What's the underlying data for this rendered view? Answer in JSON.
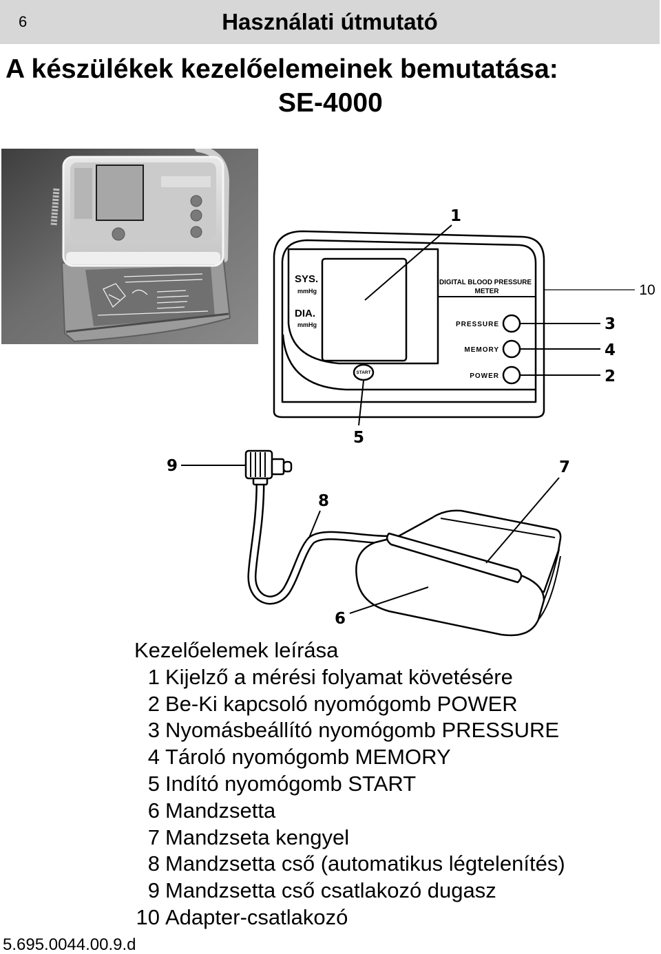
{
  "header": {
    "page_number": "6",
    "title": "Használati útmutató"
  },
  "heading": {
    "title": "A készülékek kezelőelemeinek bemutatása:",
    "model": "SE-4000"
  },
  "diagram": {
    "device": {
      "sys_label": "SYS.",
      "sys_unit": "mmHg",
      "dia_label": "DIA.",
      "dia_unit": "mmHg",
      "product_line1": "DIGITAL BLOOD PRESSURE",
      "product_line2": "METER",
      "pressure_button": "PRESSURE",
      "memory_button": "MEMORY",
      "power_button": "POWER",
      "start_button": "START"
    },
    "callouts": {
      "display": "1",
      "power": "2",
      "pressure": "3",
      "memory": "4",
      "start": "5",
      "cuff": "6",
      "cuff_ring": "7",
      "tube": "8",
      "tube_plug": "9",
      "adapter": "10"
    }
  },
  "description": {
    "title": "Kezelőelemek leírása",
    "items": [
      {
        "number": "1",
        "text": "Kijelző a mérési folyamat követésére"
      },
      {
        "number": "2",
        "text": "Be-Ki kapcsoló nyomógomb POWER"
      },
      {
        "number": "3",
        "text": "Nyomásbeállító nyomógomb PRESSURE"
      },
      {
        "number": "4",
        "text": "Tároló nyomógomb MEMORY"
      },
      {
        "number": "5",
        "text": "Indító nyomógomb START"
      },
      {
        "number": "6",
        "text": "Mandzsetta"
      },
      {
        "number": "7",
        "text": "Mandzseta kengyel"
      },
      {
        "number": "8",
        "text": "Mandzsetta cső (automatikus légtelenítés)"
      },
      {
        "number": "9",
        "text": "Mandzsetta cső csatlakozó dugasz"
      },
      {
        "number": "10",
        "text": "Adapter-csatlakozó"
      }
    ]
  },
  "footer": {
    "code": "5.695.0044.00.9.d"
  },
  "colors": {
    "header_band": "#d7d7d7"
  }
}
